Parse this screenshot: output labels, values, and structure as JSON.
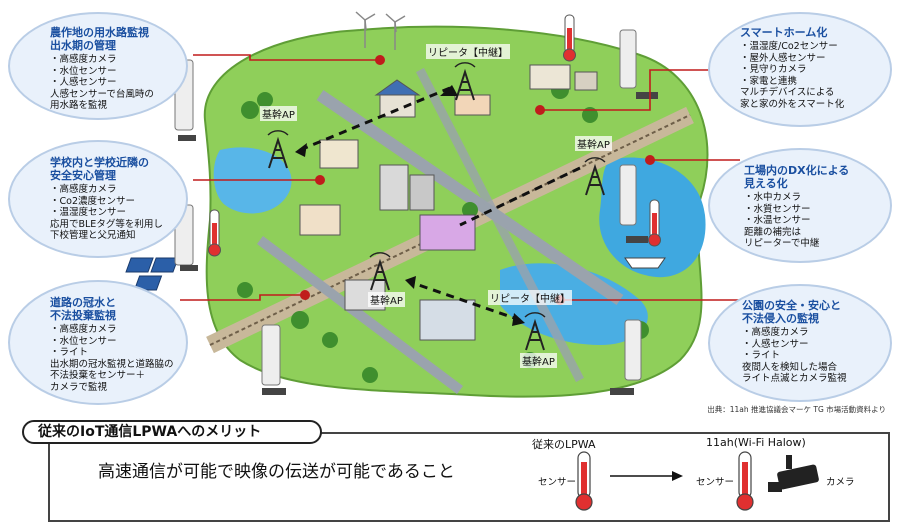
{
  "bubbles": [
    {
      "id": "farm",
      "title": [
        "農作地の用水路監視",
        "出水期の管理"
      ],
      "items": [
        "高感度カメラ",
        "水位センサー",
        "人感センサー"
      ],
      "note": [
        "人感センサーで台風時の",
        "用水路を監視"
      ]
    },
    {
      "id": "school",
      "title": [
        "学校内と学校近隣の",
        "安全安心管理"
      ],
      "items": [
        "高感度カメラ",
        "Co2濃度センサー",
        "温湿度センサー"
      ],
      "note": [
        "応用でBLEタグ等を利用し",
        "下校管理と父兄通知"
      ]
    },
    {
      "id": "road",
      "title": [
        "道路の冠水と",
        "不法投棄監視"
      ],
      "items": [
        "高感度カメラ",
        "水位センサー",
        "ライト"
      ],
      "note": [
        "出水期の冠水監視と道路脇の",
        "不法投棄をセンサー＋",
        "カメラで監視"
      ]
    },
    {
      "id": "smarthome",
      "title": [
        "スマートホーム化"
      ],
      "items": [
        "温湿度/Co2センサー",
        "屋外人感センサー",
        "見守りカメラ",
        "家電と連携"
      ],
      "note": [
        "マルチデバイスによる",
        "家と家の外をスマート化"
      ]
    },
    {
      "id": "factory",
      "title": [
        "工場内のDX化による",
        "見える化"
      ],
      "items": [
        "水中カメラ",
        "水質センサー",
        "水温センサー"
      ],
      "note": [
        "距離の補完は",
        "リピーターで中継"
      ]
    },
    {
      "id": "park",
      "title": [
        "公園の安全・安心と",
        "不法侵入の監視"
      ],
      "items": [
        "高感度カメラ",
        "人感センサー",
        "ライト"
      ],
      "note": [
        "夜間人を検知した場合",
        "ライト点滅とカメラ監視"
      ]
    }
  ],
  "map_labels": {
    "repeater": "リピータ【中継】",
    "ap": "基幹AP"
  },
  "source": "出典：11ah 推進協議会マーケ TG 市場活動資料より",
  "bottom": {
    "title": "従来のIoT通信LPWAへのメリット",
    "benefit": "高速通信が可能で映像の伝送が可能であること",
    "left_head": "従来のLPWA",
    "right_head": "11ah(Wi-Fi Halow)",
    "sensor": "センサー",
    "camera": "カメラ"
  }
}
